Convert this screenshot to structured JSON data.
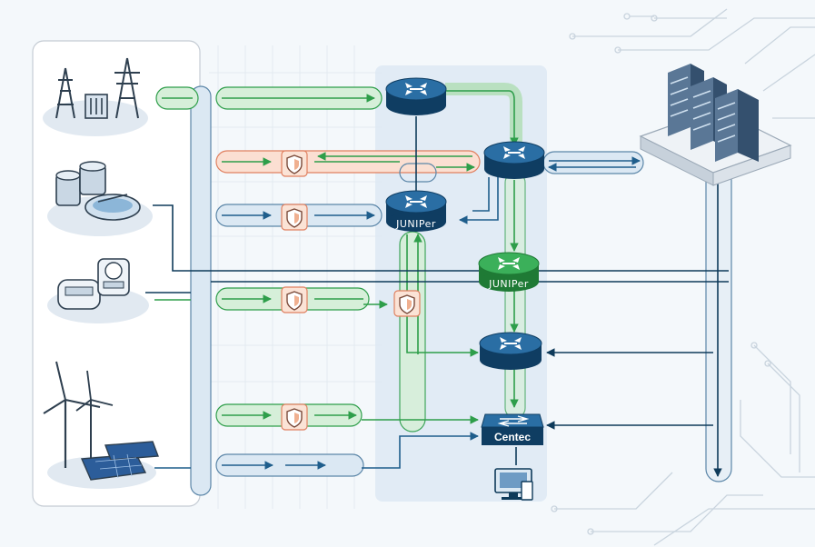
{
  "labels": {
    "juniper_core": "JUNIPer",
    "juniper_mid": "JUNIPer",
    "centec": "Centec"
  },
  "colors": {
    "green": "#2e9e4a",
    "blue": "#1f5e8c",
    "navy": "#0e3a5a",
    "salmon": "#e08060",
    "router": "#1d5a89"
  },
  "icons": {
    "sources": [
      "power-transmission-icon",
      "water-treatment-icon",
      "smart-meter-icon",
      "renewable-energy-icon"
    ],
    "datacenter": "server-rack-icon",
    "firewall": "shield-firewall-icon",
    "router": "router-icon",
    "switch": "switch-icon",
    "workstation": "workstation-icon"
  }
}
